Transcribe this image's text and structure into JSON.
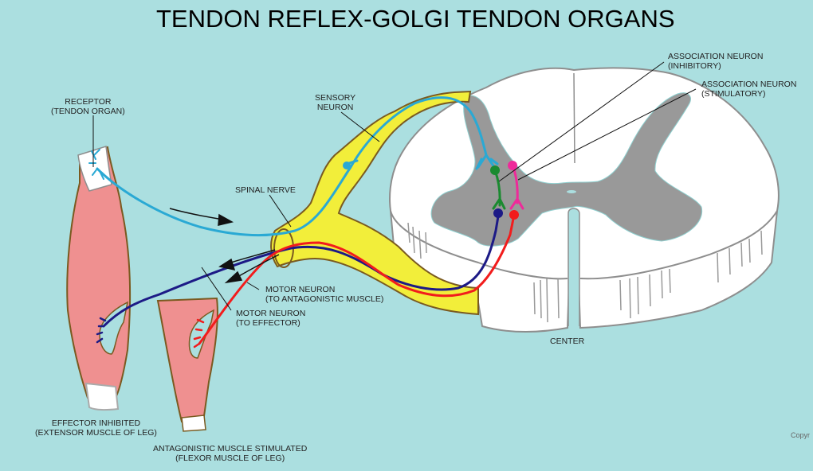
{
  "title": "TENDON REFLEX-GOLGI TENDON ORGANS",
  "labels": {
    "receptor": {
      "line1": "RECEPTOR",
      "line2": "(TENDON ORGAN)"
    },
    "sensory_neuron": {
      "line1": "SENSORY",
      "line2": "NEURON"
    },
    "spinal_nerve": {
      "line1": "SPINAL NERVE"
    },
    "assoc_inhibitory": {
      "line1": "ASSOCIATION NEURON",
      "line2": "(INHIBITORY)"
    },
    "assoc_stimulatory": {
      "line1": "ASSOCIATION NEURON",
      "line2": "(STIMULATORY)"
    },
    "motor_antagonistic": {
      "line1": "MOTOR NEURON",
      "line2": "(TO ANTAGONISTIC MUSCLE)"
    },
    "motor_effector": {
      "line1": "MOTOR NEURON",
      "line2": "(TO EFFECTOR)"
    },
    "effector_inhibited": {
      "line1": "EFFECTOR INHIBITED",
      "line2": "(EXTENSOR MUSCLE OF LEG)"
    },
    "antagonistic_stimulated": {
      "line1": "ANTAGONISTIC MUSCLE STIMULATED",
      "line2": "(FLEXOR MUSCLE OF LEG)"
    },
    "center": {
      "line1": "CENTER"
    },
    "copyright": {
      "line1": "Copyr"
    }
  },
  "colors": {
    "background": "#abdfe0",
    "muscle": "#ef9090",
    "muscle_outline": "#7a5a20",
    "nerve_yellow": "#f2ee3a",
    "nerve_outline": "#7a5a20",
    "white_matter": "#ffffff",
    "gray_matter": "#999999",
    "sensory_neuron": "#2aa9d4",
    "motor_effector": "#1c1a86",
    "motor_antagonistic": "#f21c1c",
    "assoc_inhibitory": "#1a8a30",
    "assoc_stimulatory": "#ee2a9a"
  }
}
